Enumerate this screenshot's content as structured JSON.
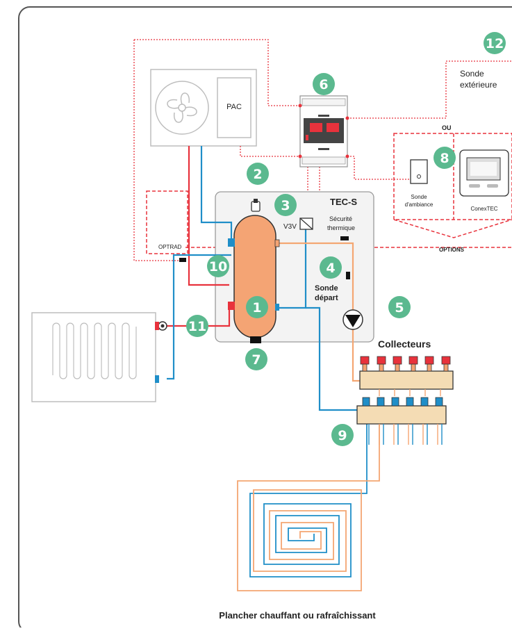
{
  "colors": {
    "red": "#e8323c",
    "blue": "#1f8ec8",
    "orange": "#f4a672",
    "tank": "#f4a474",
    "badge": "#5bb98f",
    "frame": "#555555",
    "box_fill": "#f3f3f3"
  },
  "labels": {
    "pac": "PAC",
    "tec_s": "TEC-S",
    "v3v": "V3V",
    "securite_1": "Sécurité",
    "securite_2": "thermique",
    "sonde_depart_1": "Sonde",
    "sonde_depart_2": "départ",
    "optrad": "OPTRAD",
    "options": "OPTIONS",
    "ou": "OU",
    "sonde_ext_1": "Sonde",
    "sonde_ext_2": "extérieure",
    "sonde_amb_1": "Sonde",
    "sonde_amb_2": "d'ambiance",
    "conextec": "ConexTEC",
    "collecteurs": "Collecteurs",
    "plancher": "Plancher chauffant ou rafraîchissant"
  },
  "badges": [
    "1",
    "2",
    "3",
    "4",
    "5",
    "6",
    "7",
    "8",
    "9",
    "10",
    "11",
    "12"
  ]
}
